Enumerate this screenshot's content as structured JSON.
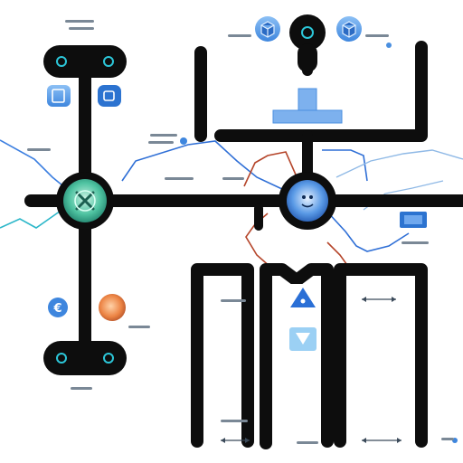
{
  "diagram": {
    "title": "",
    "colors": {
      "track": "#0d0d0d",
      "blue": "#2f6fd6",
      "rust": "#b5452a",
      "teal": "#2cb7c9",
      "light_blue": "#8fb9e6",
      "node_green": "#2aa58a",
      "node_blue": "#2c73d0",
      "orange": "#e0743a",
      "tile_blue": "#4a8fe0"
    },
    "nodes": [
      {
        "id": "hub-left",
        "icon": "gear-cross-icon"
      },
      {
        "id": "hub-center",
        "icon": "face-icon"
      },
      {
        "id": "connector-top-left",
        "icon": "dual-ring-connector-icon"
      },
      {
        "id": "connector-bottom-left",
        "icon": "dual-ring-connector-icon"
      },
      {
        "id": "pendant-top",
        "icon": "ring-pendant-icon"
      }
    ],
    "badges": [
      {
        "id": "cube-left",
        "icon": "cube-icon"
      },
      {
        "id": "cube-right",
        "icon": "cube-icon"
      },
      {
        "id": "app-tile-left",
        "icon": "document-icon"
      },
      {
        "id": "app-tile-right",
        "icon": "square-icon"
      },
      {
        "id": "euro-badge",
        "icon": "currency-icon",
        "glyph": "€"
      },
      {
        "id": "orange-badge",
        "icon": "sphere-icon"
      },
      {
        "id": "up-arrow-tile",
        "icon": "arrow-up-icon",
        "glyph": "▲"
      },
      {
        "id": "down-arrow-tile",
        "icon": "arrow-down-icon",
        "glyph": "▼"
      },
      {
        "id": "monitor-tile",
        "icon": "monitor-icon"
      }
    ]
  }
}
